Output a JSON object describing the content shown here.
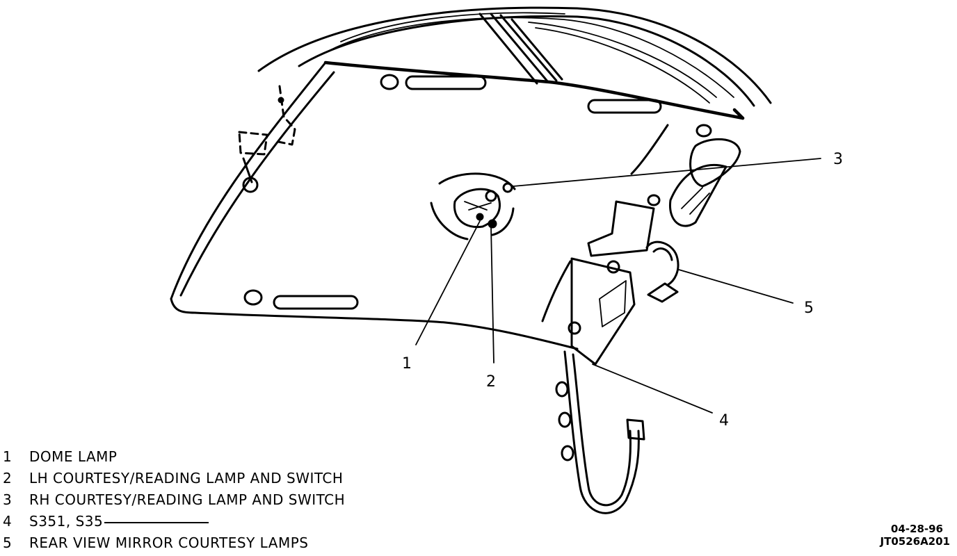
{
  "diagram": {
    "callouts": [
      {
        "number": "1"
      },
      {
        "number": "2"
      },
      {
        "number": "3"
      },
      {
        "number": "4"
      },
      {
        "number": "5"
      }
    ]
  },
  "legend": {
    "items": [
      {
        "number": "1",
        "text": "DOME LAMP"
      },
      {
        "number": "2",
        "text": "LH COURTESY/READING LAMP AND SWITCH"
      },
      {
        "number": "3",
        "text": "RH COURTESY/READING LAMP AND SWITCH"
      },
      {
        "number": "4",
        "text": "S351, S35"
      },
      {
        "number": "5",
        "text": "REAR VIEW MIRROR COURTESY LAMPS"
      }
    ]
  },
  "footer": {
    "date_code": "04-28-96",
    "figure_code": "JT0526A201"
  }
}
